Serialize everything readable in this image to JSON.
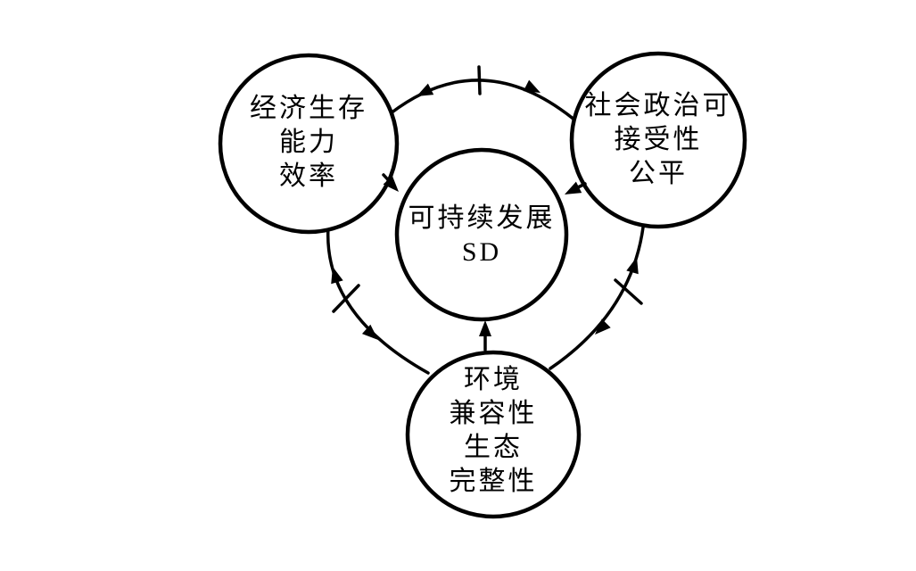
{
  "diagram": {
    "description": "Sustainable development relationship diagram with four circles",
    "colors": {
      "ink": "#000000",
      "background": "#ffffff"
    },
    "nodes": {
      "economic": {
        "lines": [
          "经济生存",
          "能力",
          "效率"
        ]
      },
      "social": {
        "lines": [
          "社会政治可",
          "接受性",
          "公平"
        ]
      },
      "sd": {
        "lines": [
          "可持续发展",
          "SD"
        ]
      },
      "environment": {
        "lines": [
          "环境",
          "兼容性",
          "生态",
          "完整性"
        ]
      }
    },
    "edges": [
      {
        "from": "economic",
        "to": "social",
        "style": "arc-double-arrow",
        "tick": true
      },
      {
        "from": "economic",
        "to": "environment",
        "style": "arc-double-arrow",
        "tick": true
      },
      {
        "from": "social",
        "to": "environment",
        "style": "arc-double-arrow",
        "tick": true
      },
      {
        "from": "economic",
        "to": "sd",
        "style": "straight-arrow",
        "tick": false
      },
      {
        "from": "social",
        "to": "sd",
        "style": "straight-arrow",
        "tick": false
      },
      {
        "from": "environment",
        "to": "sd",
        "style": "straight-arrow",
        "tick": false
      }
    ]
  }
}
